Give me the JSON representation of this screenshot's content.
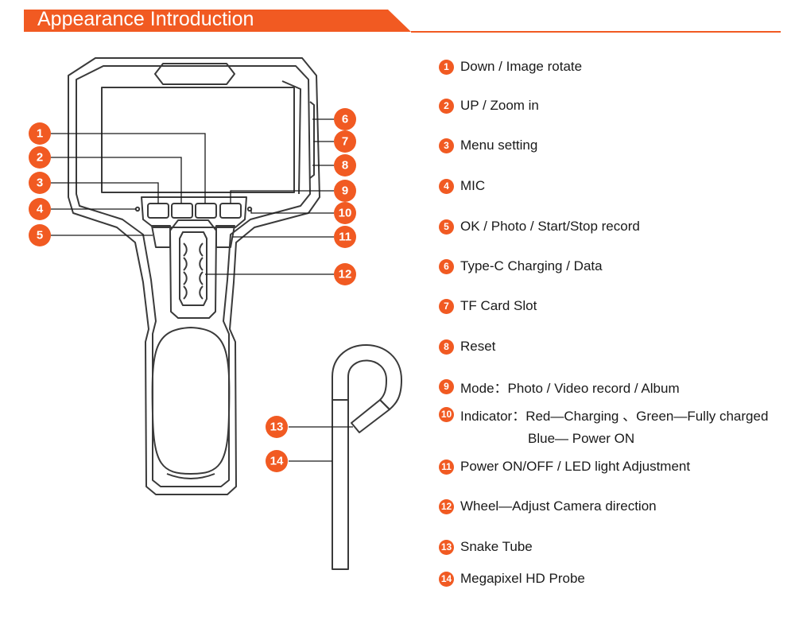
{
  "header": {
    "title": "Appearance Introduction",
    "accent_color": "#f15a22"
  },
  "callouts": [
    "1",
    "2",
    "3",
    "4",
    "5",
    "6",
    "7",
    "8",
    "9",
    "10",
    "11",
    "12",
    "13",
    "14"
  ],
  "legend": [
    {
      "number": "1",
      "text": "Down / Image rotate"
    },
    {
      "number": "2",
      "text": "UP / Zoom in"
    },
    {
      "number": "3",
      "text": "Menu setting"
    },
    {
      "number": "4",
      "text": "MIC"
    },
    {
      "number": "5",
      "text": "OK / Photo /  Start/Stop record"
    },
    {
      "number": "6",
      "text": "Type-C Charging / Data"
    },
    {
      "number": "7",
      "text": "TF Card Slot"
    },
    {
      "number": "8",
      "text": "Reset"
    },
    {
      "number": "9",
      "text": "Mode：Photo / Video record / Album"
    },
    {
      "number": "10",
      "text": "Indicator：Red—Charging 、Green—Fully charged",
      "continuation": "Blue— Power ON"
    },
    {
      "number": "11",
      "text": "Power ON/OFF  / LED light Adjustment"
    },
    {
      "number": "12",
      "text": "Wheel—Adjust Camera direction"
    },
    {
      "number": "13",
      "text": "Snake Tube"
    },
    {
      "number": "14",
      "text": "Megapixel HD Probe"
    }
  ]
}
